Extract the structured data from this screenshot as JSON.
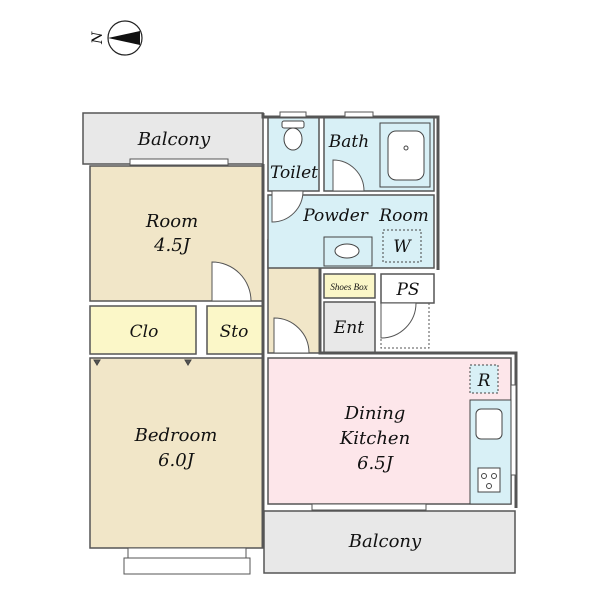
{
  "compass": {
    "label": "N"
  },
  "rooms": {
    "balcony_top": "Balcony",
    "room_name": "Room",
    "room_size": "4.5J",
    "closet": "Clo",
    "storage": "Sto",
    "bedroom_name": "Bedroom",
    "bedroom_size": "6.0J",
    "toilet": "Toilet",
    "bath": "Bath",
    "powder_room": "Powder Room",
    "washer": "W",
    "shoes_box": "Shoes Box",
    "pipe_space": "PS",
    "entrance": "Ent",
    "dk_line1": "Dining",
    "dk_line2": "Kitchen",
    "dk_size": "6.5J",
    "refrigerator": "R",
    "balcony_bottom": "Balcony"
  },
  "colors": {
    "room": "#f1e6c8",
    "closet": "#fbf7c8",
    "wet": "#d8f0f6",
    "dining_kitchen": "#fde6ea",
    "balcony": "#e8e8e8",
    "entrance": "#e8e8e8",
    "wall": "#555555"
  }
}
